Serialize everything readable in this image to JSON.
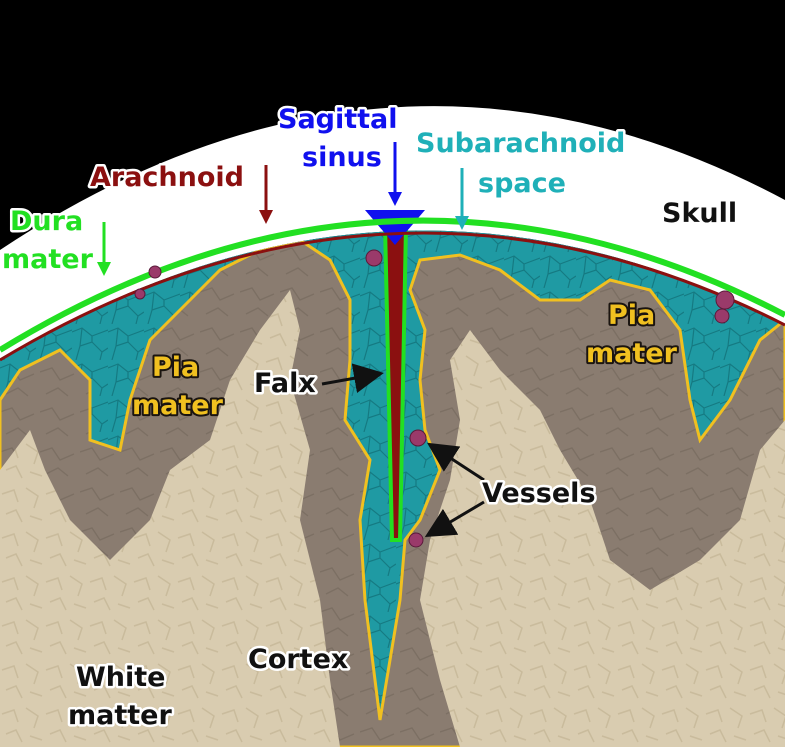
{
  "labels": {
    "dura_mater": [
      "Dura",
      "mater"
    ],
    "arachnoid": "Arachnoid",
    "sagittal_sinus": [
      "Sagittal",
      "sinus"
    ],
    "subarachnoid_space": [
      "Subarachnoid",
      "space"
    ],
    "skull": "Skull",
    "pia_mater_left": [
      "Pia",
      "mater"
    ],
    "pia_mater_right": [
      "Pia",
      "mater"
    ],
    "falx": "Falx",
    "vessels": "Vessels",
    "cortex": "Cortex",
    "white_matter": [
      "White",
      "matter"
    ]
  },
  "colors": {
    "background": "#000000",
    "skull": "#ffffff",
    "dura": "#22e022",
    "arachnoid": "#8b1010",
    "sinus": "#1010ee",
    "csf": "#1f9aa3",
    "pia": "#f0c020",
    "cortex": "#8a7c70",
    "white_matter": "#d9ccb0",
    "vessel": "#9a3a6a",
    "label_dura": "#22e022",
    "label_arachnoid": "#8b1010",
    "label_sinus": "#1010ee",
    "label_subarachnoid": "#1fb0b8",
    "label_pia": "#f0c020",
    "label_dark": "#1a1410"
  }
}
